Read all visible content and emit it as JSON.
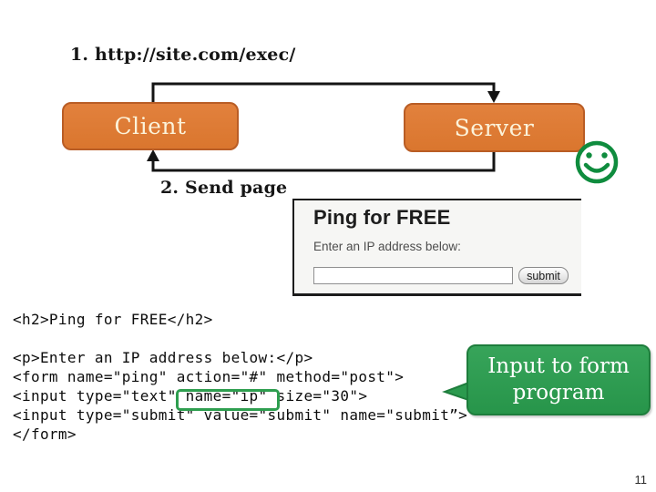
{
  "slide": {
    "title": "1. http://site.com/exec/",
    "step2_label": "2. Send page",
    "page_number": "11",
    "diagram": {
      "client_label": "Client",
      "server_label": "Server",
      "smiley_icon": "smiley-face",
      "arrow_color": "#141414",
      "node_fill": "#da762e",
      "node_border": "#b95d25",
      "node_text_color": "#fcf3da",
      "smiley_color": "#0f8c3e"
    },
    "callout": {
      "label": "Input to form program",
      "fill": "#2b9a4e",
      "border": "#1e7d3c",
      "text_color": "#ffffff"
    }
  },
  "browser_panel": {
    "heading": "Ping for FREE",
    "prompt": "Enter an IP address below:",
    "input_value": "",
    "submit_label": "submit"
  },
  "code": {
    "lines": [
      "<h2>Ping for FREE</h2>",
      "",
      "<p>Enter an IP address below:</p>",
      "<form name=\"ping\" action=\"#\" method=\"post\">",
      "<input type=\"text\" name=\"ip\" size=\"30\">",
      "<input type=\"submit\" value=\"submit\" name=\"submit”>",
      "</form>"
    ],
    "highlighted_text": "name=\"ip\"",
    "highlight_color": "#2e9e4f"
  }
}
